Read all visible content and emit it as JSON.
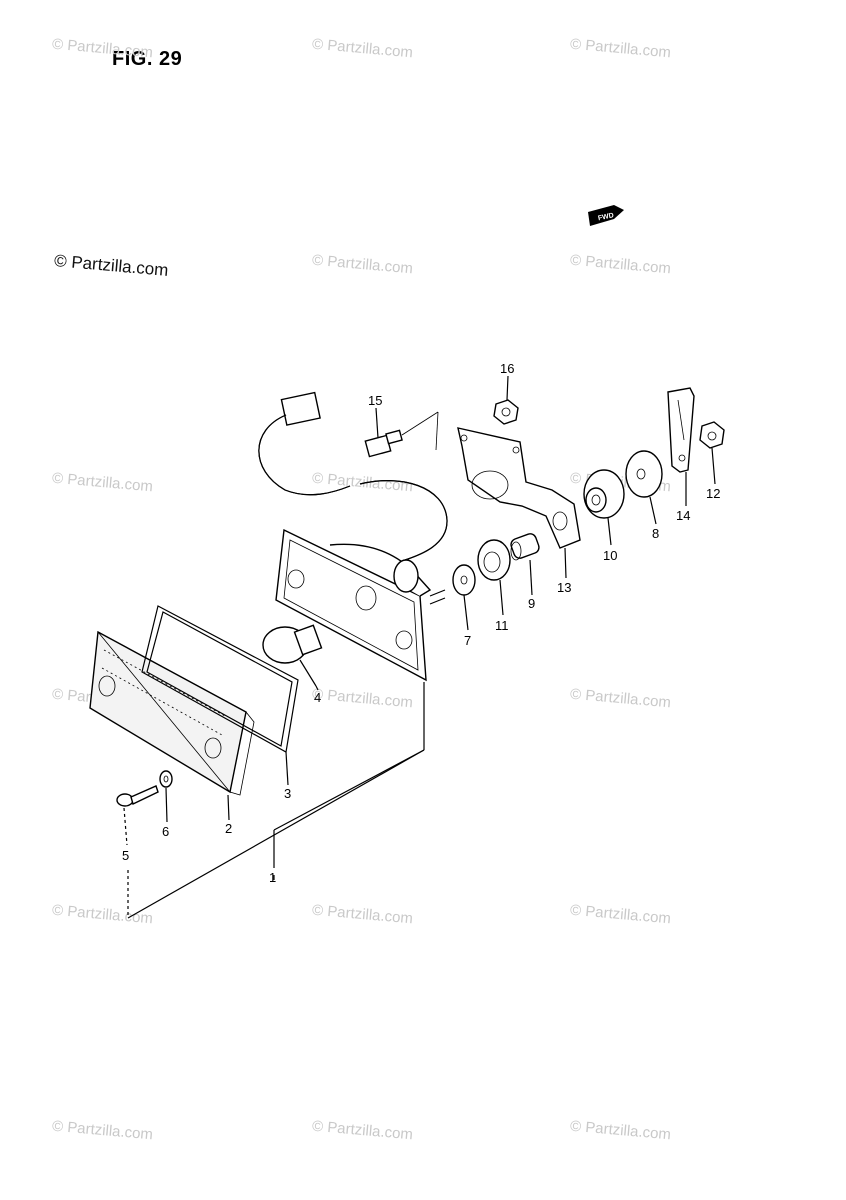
{
  "figure": {
    "title": "FIG. 29"
  },
  "watermark": {
    "main": "© Partzilla.com",
    "repeat": "© Partzilla.com"
  },
  "direction_badge": "FWD",
  "callouts": [
    {
      "id": "1",
      "label": "1"
    },
    {
      "id": "2",
      "label": "2"
    },
    {
      "id": "3",
      "label": "3"
    },
    {
      "id": "4",
      "label": "4"
    },
    {
      "id": "5",
      "label": "5"
    },
    {
      "id": "6",
      "label": "6"
    },
    {
      "id": "7",
      "label": "7"
    },
    {
      "id": "8",
      "label": "8"
    },
    {
      "id": "9",
      "label": "9"
    },
    {
      "id": "10",
      "label": "10"
    },
    {
      "id": "11",
      "label": "11"
    },
    {
      "id": "12",
      "label": "12"
    },
    {
      "id": "13",
      "label": "13"
    },
    {
      "id": "14",
      "label": "14"
    },
    {
      "id": "15",
      "label": "15"
    },
    {
      "id": "16",
      "label": "16"
    }
  ],
  "colors": {
    "ink": "#000000",
    "watermark": "#c9c9c9",
    "background": "#ffffff"
  }
}
